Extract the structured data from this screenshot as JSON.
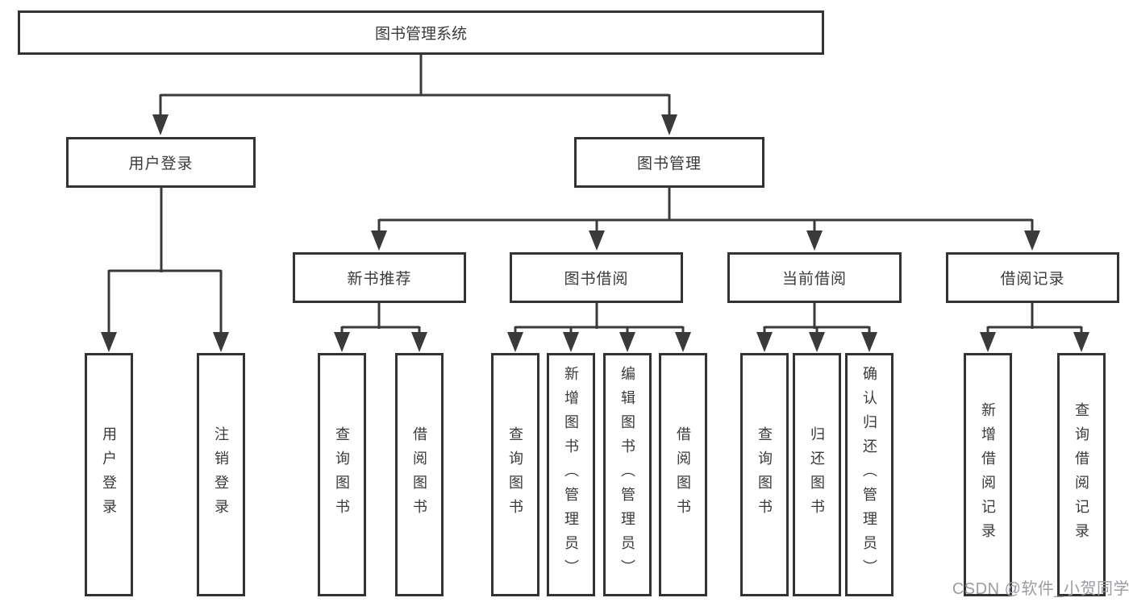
{
  "diagram": {
    "root": {
      "label": "图书管理系统",
      "children": [
        {
          "label": "用户登录",
          "children": [
            {
              "label": "用户登录"
            },
            {
              "label": "注销登录"
            }
          ]
        },
        {
          "label": "图书管理",
          "children": [
            {
              "label": "新书推荐",
              "children": [
                {
                  "label": "查询图书"
                },
                {
                  "label": "借阅图书"
                }
              ]
            },
            {
              "label": "图书借阅",
              "children": [
                {
                  "label": "查询图书"
                },
                {
                  "label": "新增图书（管理员）"
                },
                {
                  "label": "编辑图书（管理员）"
                },
                {
                  "label": "借阅图书"
                }
              ]
            },
            {
              "label": "当前借阅",
              "children": [
                {
                  "label": "查询图书"
                },
                {
                  "label": "归还图书"
                },
                {
                  "label": "确认归还（管理员）"
                }
              ]
            },
            {
              "label": "借阅记录",
              "children": [
                {
                  "label": "新增借阅记录"
                },
                {
                  "label": "查询借阅记录"
                }
              ]
            }
          ]
        }
      ]
    }
  },
  "watermark": {
    "text": "CSDN @软件_小贺同学"
  },
  "colors": {
    "line": "#3a3a3a",
    "box_border": "#333333",
    "text": "#3a3a3a",
    "watermark": "#9c9ca2",
    "background": "#ffffff"
  }
}
